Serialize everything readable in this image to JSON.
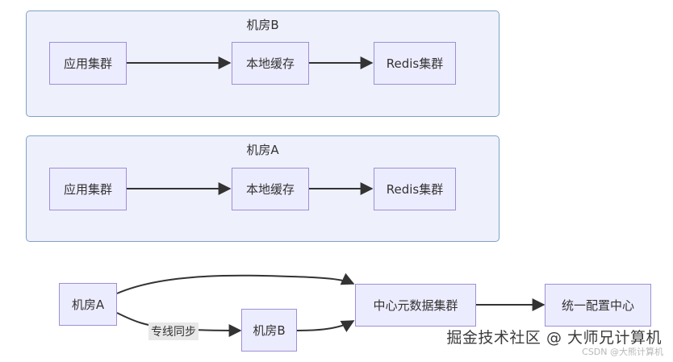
{
  "clusters": {
    "room_b": {
      "title": "机房B"
    },
    "room_a": {
      "title": "机房A"
    }
  },
  "nodes": {
    "b_app": "应用集群",
    "b_cache": "本地缓存",
    "b_redis": "Redis集群",
    "a_app": "应用集群",
    "a_cache": "本地缓存",
    "a_redis": "Redis集群",
    "room_a": "机房A",
    "room_b": "机房B",
    "meta_cluster": "中心元数据集群",
    "config_center": "统一配置中心"
  },
  "edge_labels": {
    "dedicated_sync": "专线同步"
  },
  "watermark": {
    "main": "掘金技术社区 @ 大师兄计算机",
    "sub": "CSDN @大熊计算机"
  },
  "colors": {
    "node_fill": "#ececff",
    "node_border": "#9d8fd6",
    "cluster_fill": "#eef0fc",
    "cluster_border": "#7ea3c4",
    "edge": "#333333"
  }
}
